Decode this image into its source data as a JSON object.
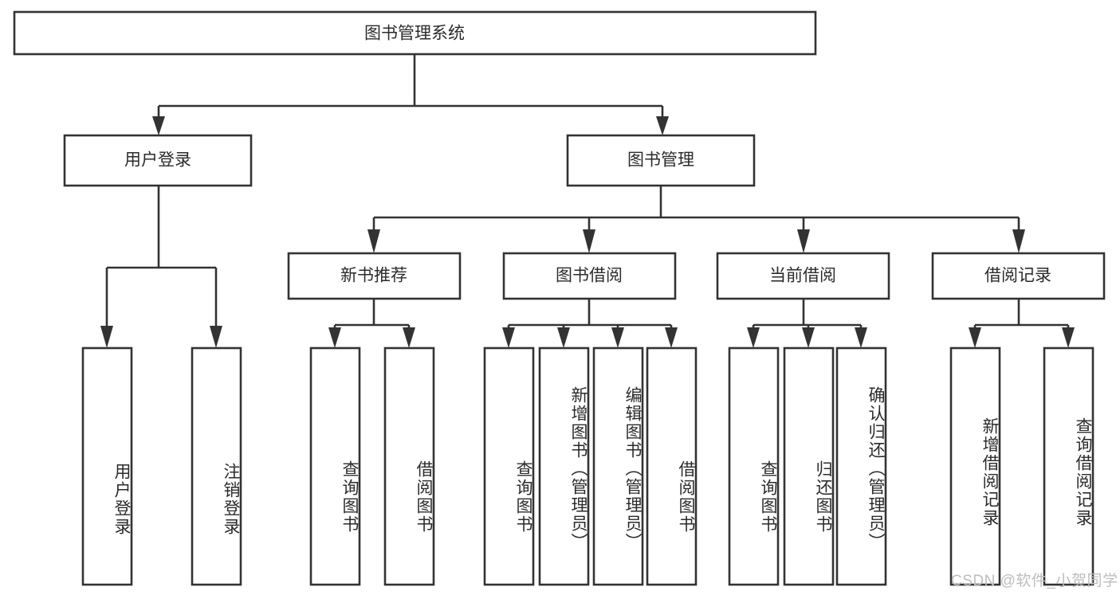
{
  "diagram": {
    "type": "tree-hierarchy",
    "title": "图书管理系统",
    "root": {
      "id": "root",
      "label": "图书管理系统",
      "orientation": "horizontal"
    },
    "level2": [
      {
        "id": "user-login",
        "label": "用户登录",
        "orientation": "horizontal"
      },
      {
        "id": "book-manage",
        "label": "图书管理",
        "orientation": "horizontal"
      }
    ],
    "level3": [
      {
        "id": "new-book-recommend",
        "label": "新书推荐",
        "parent": "book-manage",
        "orientation": "horizontal"
      },
      {
        "id": "book-borrow",
        "label": "图书借阅",
        "parent": "book-manage",
        "orientation": "horizontal"
      },
      {
        "id": "current-borrow",
        "label": "当前借阅",
        "parent": "book-manage",
        "orientation": "horizontal"
      },
      {
        "id": "borrow-record",
        "label": "借阅记录",
        "parent": "book-manage",
        "orientation": "horizontal"
      }
    ],
    "leaves": [
      {
        "id": "leaf-user-login",
        "label": "用户登录",
        "parent": "user-login",
        "orientation": "vertical"
      },
      {
        "id": "leaf-logout-login",
        "label": "注销登录",
        "parent": "user-login",
        "orientation": "vertical"
      },
      {
        "id": "leaf-query-book-1",
        "label": "查询图书",
        "parent": "new-book-recommend",
        "orientation": "vertical"
      },
      {
        "id": "leaf-borrow-book-1",
        "label": "借阅图书",
        "parent": "new-book-recommend",
        "orientation": "vertical"
      },
      {
        "id": "leaf-query-book-2",
        "label": "查询图书",
        "parent": "book-borrow",
        "orientation": "vertical"
      },
      {
        "id": "leaf-add-book",
        "label": "新增图书（管理员）",
        "parent": "book-borrow",
        "orientation": "vertical"
      },
      {
        "id": "leaf-edit-book",
        "label": "编辑图书（管理员）",
        "parent": "book-borrow",
        "orientation": "vertical"
      },
      {
        "id": "leaf-borrow-book-2",
        "label": "借阅图书",
        "parent": "book-borrow",
        "orientation": "vertical"
      },
      {
        "id": "leaf-query-book-3",
        "label": "查询图书",
        "parent": "current-borrow",
        "orientation": "vertical"
      },
      {
        "id": "leaf-return-book",
        "label": "归还图书",
        "parent": "current-borrow",
        "orientation": "vertical"
      },
      {
        "id": "leaf-confirm-return",
        "label": "确认归还（管理员）",
        "parent": "current-borrow",
        "orientation": "vertical"
      },
      {
        "id": "leaf-add-record",
        "label": "新增借阅记录",
        "parent": "borrow-record",
        "orientation": "vertical"
      },
      {
        "id": "leaf-query-record",
        "label": "查询借阅记录",
        "parent": "borrow-record",
        "orientation": "vertical"
      }
    ],
    "colors": {
      "stroke": "#333333",
      "fill": "#ffffff",
      "text": "#2b2b2b",
      "watermark": "#bdbdbd"
    }
  },
  "watermark": {
    "text": "CSDN @软件_小贺同学"
  }
}
